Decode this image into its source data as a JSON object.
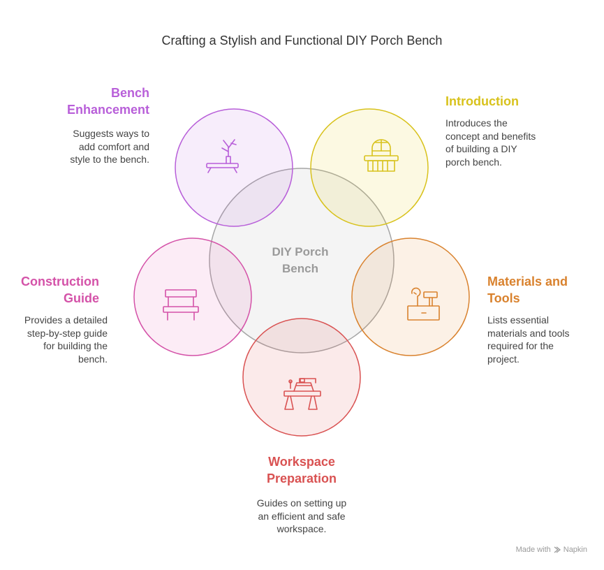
{
  "title": "Crafting a Stylish and Functional DIY Porch Bench",
  "center": {
    "lines": [
      "DIY Porch",
      "Bench"
    ]
  },
  "nodes": [
    {
      "id": "enhancement",
      "heading": [
        "Bench",
        "Enhancement"
      ],
      "text": [
        "Suggests ways to",
        "add comfort and",
        "style to the bench."
      ],
      "color": "#b85fd9",
      "fill": "#f7eefc",
      "icon": "bench-plant-icon"
    },
    {
      "id": "introduction",
      "heading": [
        "Introduction"
      ],
      "text": [
        "Introduces the",
        "concept and benefits",
        "of building a DIY",
        "porch bench."
      ],
      "color": "#d8c21c",
      "fill": "#fdfbe6",
      "icon": "arched-bench-icon"
    },
    {
      "id": "materials",
      "heading": [
        "Materials and",
        "Tools"
      ],
      "text": [
        "Lists essential",
        "materials and tools",
        "required for the",
        "project."
      ],
      "color": "#d9822e",
      "fill": "#fdf1e5",
      "icon": "toolbox-icon"
    },
    {
      "id": "workspace",
      "heading": [
        "Workspace",
        "Preparation"
      ],
      "text": [
        "Guides on setting up",
        "an efficient and safe",
        "workspace."
      ],
      "color": "#d95252",
      "fill": "#fce8e8",
      "icon": "sewing-table-icon"
    },
    {
      "id": "construction",
      "heading": [
        "Construction",
        "Guide"
      ],
      "text": [
        "Provides a detailed",
        "step-by-step guide",
        "for building the",
        "bench."
      ],
      "color": "#d452a8",
      "fill": "#fce8f4",
      "icon": "bench-icon"
    }
  ],
  "footer": {
    "made_with": "Made with",
    "brand": "Napkin"
  }
}
